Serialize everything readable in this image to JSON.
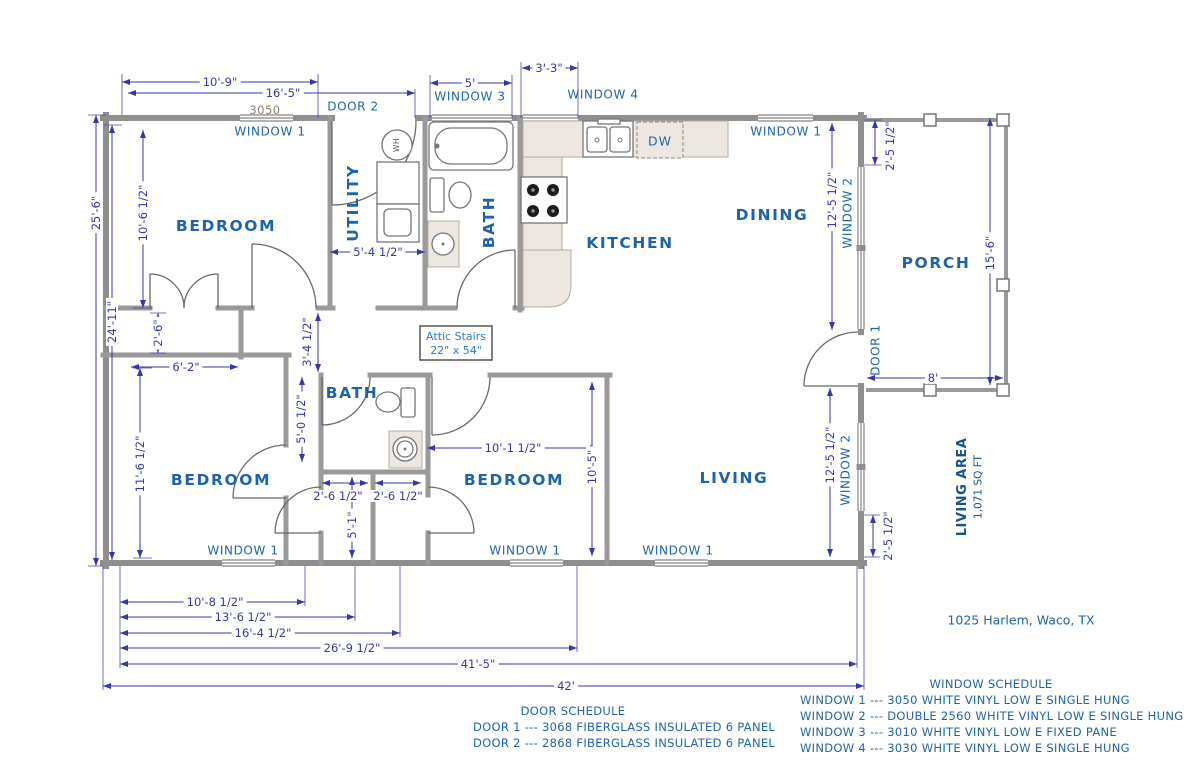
{
  "title_block": {
    "address": "1025 Harlem, Waco, TX"
  },
  "living_area": {
    "label": "LIVING AREA",
    "value": "1,071 SQ FT"
  },
  "rooms": {
    "bedroom": "BEDROOM",
    "utility": "UTILITY",
    "bath": "BATH",
    "kitchen": "KITCHEN",
    "dining": "DINING",
    "living": "LIVING",
    "porch": "PORCH"
  },
  "openings": {
    "window1": "WINDOW 1",
    "window2": "WINDOW 2",
    "window3": "WINDOW 3",
    "window4": "WINDOW 4",
    "door1": "DOOR 1",
    "door2": "DOOR 2",
    "window1_model": "3050"
  },
  "fixtures": {
    "water_heater": "WH",
    "dishwasher": "DW",
    "attic_stairs_line1": "Attic Stairs",
    "attic_stairs_line2": "22\" x 54\""
  },
  "dims": {
    "d10_9": "10'-9\"",
    "d16_5": "16'-5\"",
    "d5": "5'",
    "d3_3": "3'-3\"",
    "d25_6": "25'-6\"",
    "d24_11": "24'-11\"",
    "d10_6h": "10'-6 1/2\"",
    "d2_6": "2'-6\"",
    "d6_2": "6'-2\"",
    "d11_6h": "11'-6 1/2\"",
    "d3_4h": "3'-4 1/2\"",
    "d5_0h": "5'-0 1/2\"",
    "d5_4h": "5'-4 1/2\"",
    "d10_1h": "10'-1 1/2\"",
    "d10_5": "10'-5\"",
    "d5_1": "5'-1\"",
    "d2_6h": "2'-6 1/2\"",
    "d12_5h": "12'-5 1/2\"",
    "d2_5h": "2'-5 1/2\"",
    "d15_6": "15'-6\"",
    "d8": "8'",
    "d10_8h": "10'-8 1/2\"",
    "d13_6h": "13'-6 1/2\"",
    "d16_4h": "16'-4 1/2\"",
    "d26_9h": "26'-9 1/2\"",
    "d41_5": "41'-5\"",
    "d42": "42'"
  },
  "schedules": {
    "door": {
      "title": "DOOR SCHEDULE",
      "rows": [
        "DOOR 1 --- 3068 FIBERGLASS INSULATED 6 PANEL",
        "DOOR 2 --- 2868 FIBERGLASS INSULATED 6 PANEL"
      ]
    },
    "window": {
      "title": "WINDOW SCHEDULE",
      "rows": [
        "WINDOW 1 --- 3050 WHITE VINYL LOW E SINGLE HUNG",
        "WINDOW 2 --- DOUBLE 2560 WHITE VINYL LOW E SINGLE HUNG",
        "WINDOW 3 --- 3010 WHITE VINYL LOW E FIXED PANE",
        "WINDOW 4 --- 3030 WHITE VINYL LOW E SINGLE HUNG"
      ]
    }
  },
  "colors": {
    "dimension_blue": "#3737ad",
    "label_blue": "#1d64ad",
    "attic_blue": "#2a7ade",
    "wall_gray": "#8f8f8f",
    "counter_beige": "#ece7e0"
  }
}
